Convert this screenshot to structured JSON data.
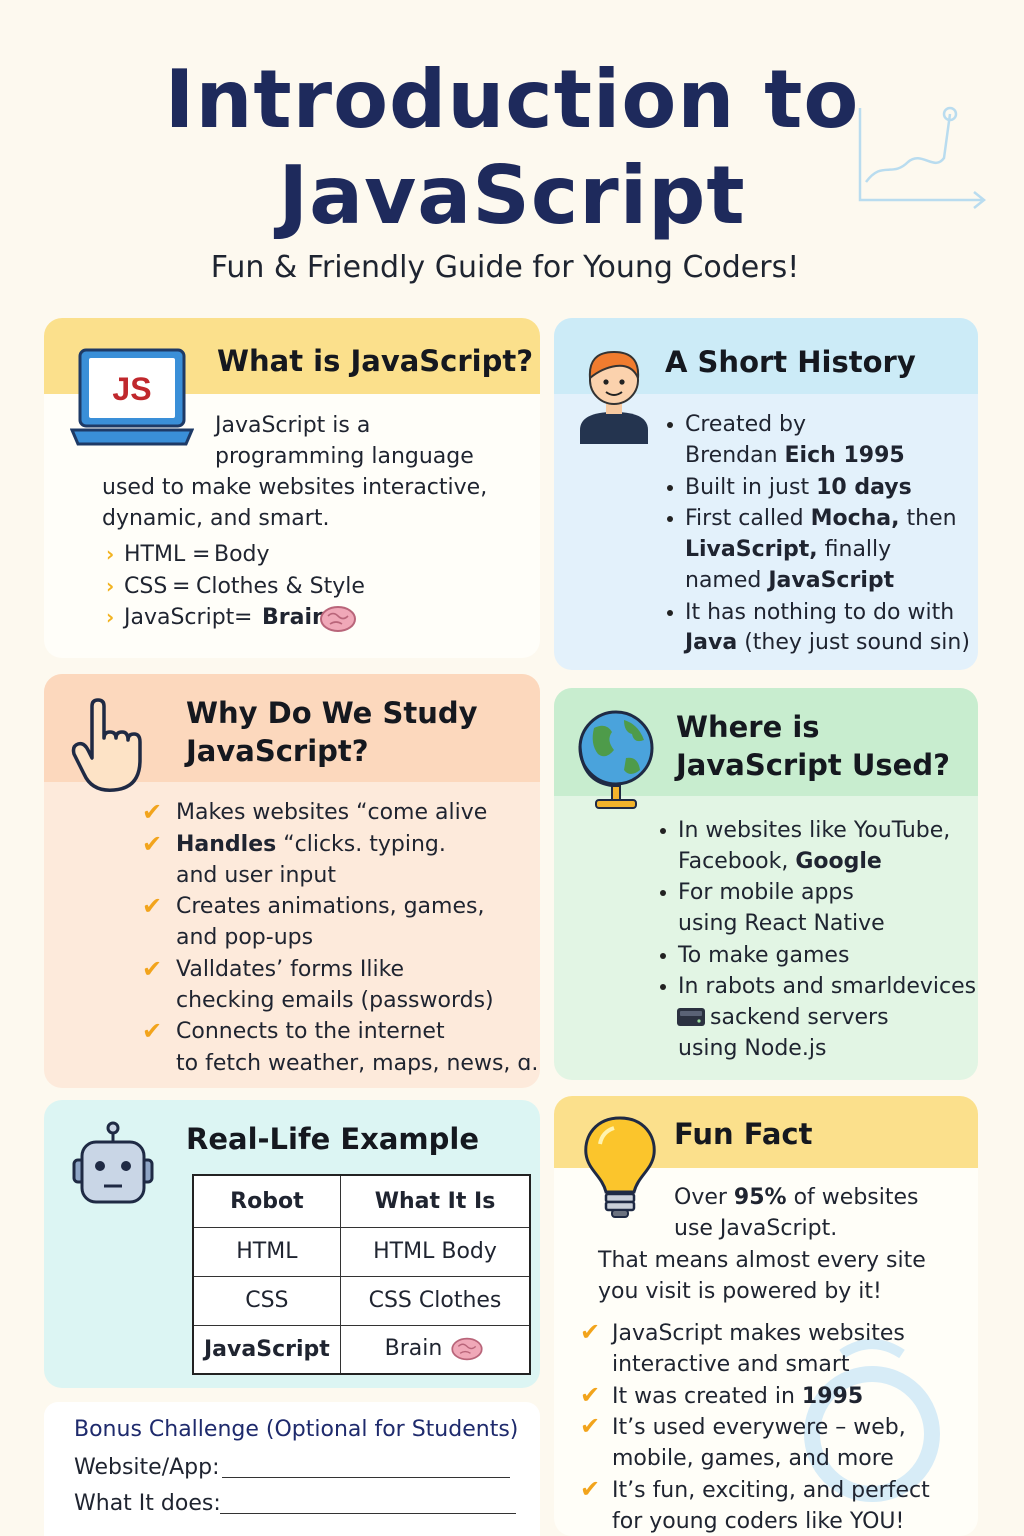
{
  "header": {
    "title_line1": "Introduction to",
    "title_line2": "JavaScript",
    "subtitle": "Fun & Friendly Guide for Young Coders!"
  },
  "what_is": {
    "heading": "What is JavaScript?",
    "laptop_label": "JS",
    "line1": "JavaScript is a",
    "line2": "programming language",
    "line3": "used to make websites interactive,",
    "line4": "dynamic, and smart.",
    "analogies": [
      {
        "left": "HTML",
        "right": "Body"
      },
      {
        "left": "CSS",
        "right": "Clothes & Style"
      },
      {
        "left": "JavaScript",
        "right": "Brain"
      }
    ],
    "eq": "="
  },
  "history": {
    "heading": "A Short History",
    "b1_l1": "Created by",
    "b1_l2_a": "Brendan ",
    "b1_l2_b": "Eich 1995",
    "b2_a": "Built in just ",
    "b2_b": "10 days",
    "b3_l1_a": "First called ",
    "b3_l1_b": "Mocha,",
    "b3_l1_c": " then",
    "b3_l2_a": "LivaScript,",
    "b3_l2_b": " finally",
    "b3_l3_a": "named ",
    "b3_l3_b": "JavaScript",
    "b4_l1": "It has nothing to do with",
    "b4_l2_a": "Java",
    "b4_l2_b": " (they just sound sin)"
  },
  "why": {
    "heading_l1": "Why Do We Study",
    "heading_l2": "JavaScript?",
    "i1": "Makes websites “come alive",
    "i2_a": "Handles",
    "i2_b": " “clicks. typing.",
    "i2_l2": "and user input",
    "i3_l1": "Creates animations, games,",
    "i3_l2": "and pop-ups",
    "i4_l1": "Valldates’ forms Ilike",
    "i4_l2": "checking emails (passwords)",
    "i5_l1": "Connects to the internet",
    "i5_l2": "to fetch weather, maps, news, ɑ."
  },
  "where": {
    "heading_l1": "Where is",
    "heading_l2": "JavaScript Used?",
    "b1_l1": "In websites like YouTube,",
    "b1_l2_a": "Facebook, ",
    "b1_l2_b": "Google",
    "b2_l1": "For mobile apps",
    "b2_l2": "using React Native",
    "b3": "To make games",
    "b4": "In rabots and smarldevices",
    "b5_l1": "sackend servers",
    "b5_l2": "using Node.js"
  },
  "example": {
    "heading": "Real-Life Example",
    "columns": [
      "Robot",
      "What It Is"
    ],
    "rows": [
      [
        "HTML",
        "HTML Body"
      ],
      [
        "CSS",
        "CSS Clothes"
      ],
      [
        "JavaScript",
        "Brain"
      ]
    ]
  },
  "funfact": {
    "heading": "Fun Fact",
    "l1_a": "Over ",
    "l1_b": "95%",
    "l1_c": " of websites",
    "l2": "use JavaScript.",
    "l3": "That means almost every site",
    "l4": "you visit is powered by it!",
    "c1_l1": "JavaScript makes websites",
    "c1_l2": "interactive and smart",
    "c2_a": "It was created in ",
    "c2_b": "1995",
    "c3_l1": "It’s used everywere – web,",
    "c3_l2": "mobile, games, and more",
    "c4_l1": "It’s fun, exciting, and perfect",
    "c4_l2": "for young coders like YOU!"
  },
  "bonus": {
    "heading": "Bonus Challenge (Optional for Students)",
    "field1": "Website/App:",
    "field2": "What It does:"
  },
  "icons": {
    "laptop": "laptop-js-icon",
    "person": "person-avatar-icon",
    "hand": "pointing-hand-icon",
    "globe": "globe-icon",
    "robot": "robot-icon",
    "bulb": "lightbulb-icon",
    "brain": "brain-icon",
    "server": "server-icon",
    "check": "check-icon",
    "chevron": "chevron-icon"
  },
  "colors": {
    "title": "#1e2a5c",
    "yellow_header": "#fbe08c",
    "blue_header": "#ccebf7",
    "orange_header": "#fcd8bd",
    "green_header": "#c8edcf",
    "teal_card": "#dcf5f3",
    "accent_check": "#f2a41c",
    "bonus_heading": "#1e2a6c"
  }
}
